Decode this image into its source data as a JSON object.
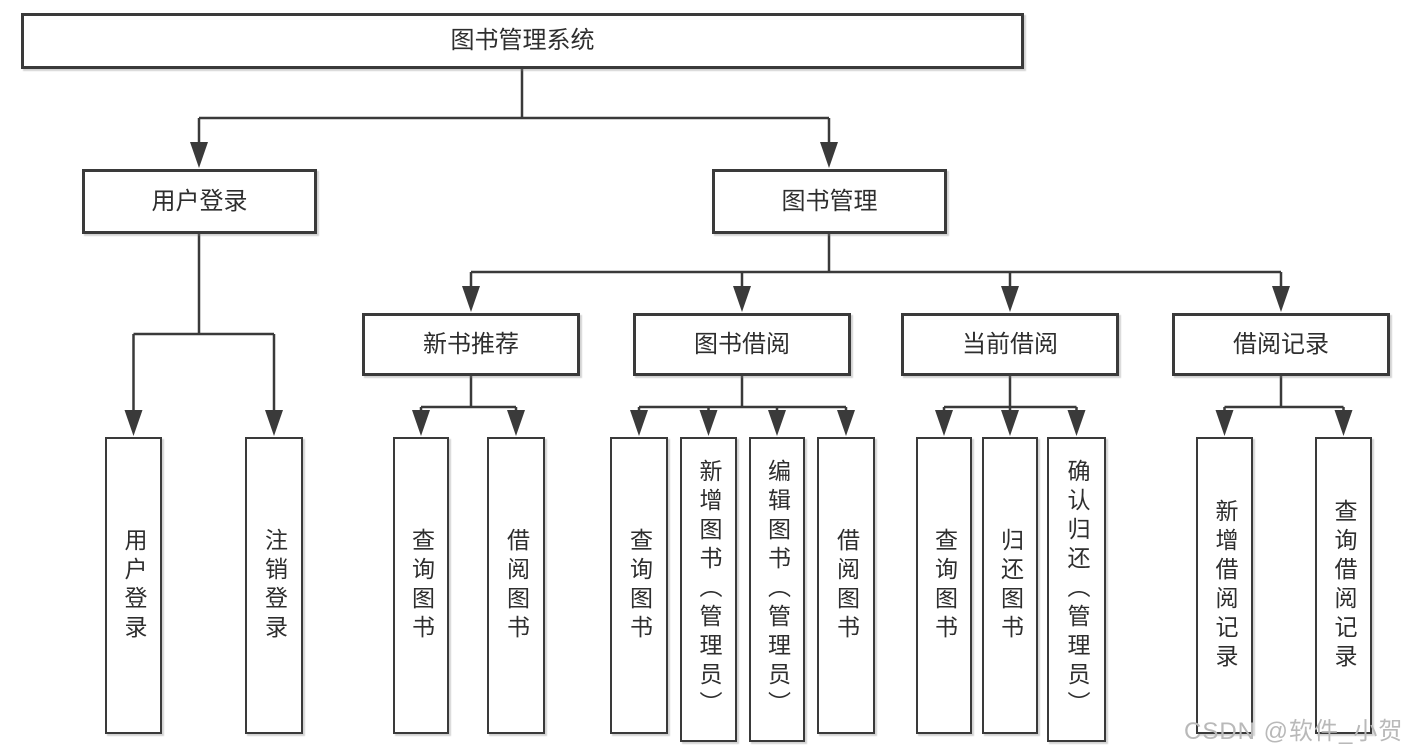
{
  "diagram": {
    "title_node": "图书管理系统",
    "level2": {
      "user_login": "用户登录",
      "book_management": "图书管理"
    },
    "level3": {
      "new_book_recommend": "新书推荐",
      "book_borrow": "图书借阅",
      "current_borrow": "当前借阅",
      "borrow_records": "借阅记录"
    },
    "leaves": {
      "user_login": "用户登录",
      "logout": "注销登录",
      "query_books_1": "查询图书",
      "borrow_books_1": "借阅图书",
      "query_books_2": "查询图书",
      "add_book_admin": "新增图书（管理员）",
      "edit_book_admin": "编辑图书（管理员）",
      "borrow_books_2": "借阅图书",
      "query_books_3": "查询图书",
      "return_book": "归还图书",
      "confirm_return_admin": "确认归还（管理员）",
      "add_borrow_record": "新增借阅记录",
      "query_borrow_record": "查询借阅记录"
    }
  },
  "watermark": "CSDN @软件_小贺同学",
  "colors": {
    "line": "#3a3a3a",
    "box_border": "#3a3a3a",
    "background": "#ffffff",
    "watermark": "#b9b9b9"
  }
}
